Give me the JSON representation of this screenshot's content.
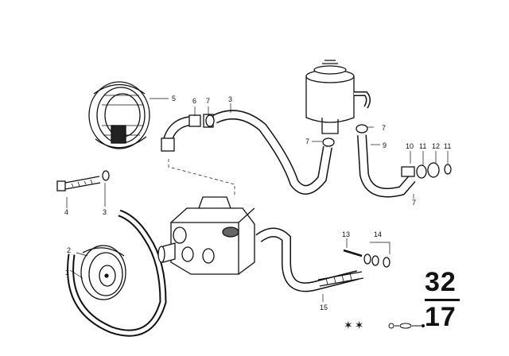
{
  "callouts": {
    "p1": "1",
    "p2": "2",
    "p3a": "3",
    "p3b": "3",
    "p4": "4",
    "p5": "5",
    "p6": "6",
    "p7a": "7",
    "p7b": "7",
    "p7c": "7",
    "p7d": "7",
    "p9": "9",
    "p10": "10",
    "p11a": "11",
    "p11b": "11",
    "p12": "12",
    "p13": "13",
    "p14": "14",
    "p15": "15"
  },
  "group": {
    "top": "32",
    "bottom": "17"
  },
  "footer": {
    "stars": "✶✶",
    "symbol": "detail-marker-icon"
  }
}
